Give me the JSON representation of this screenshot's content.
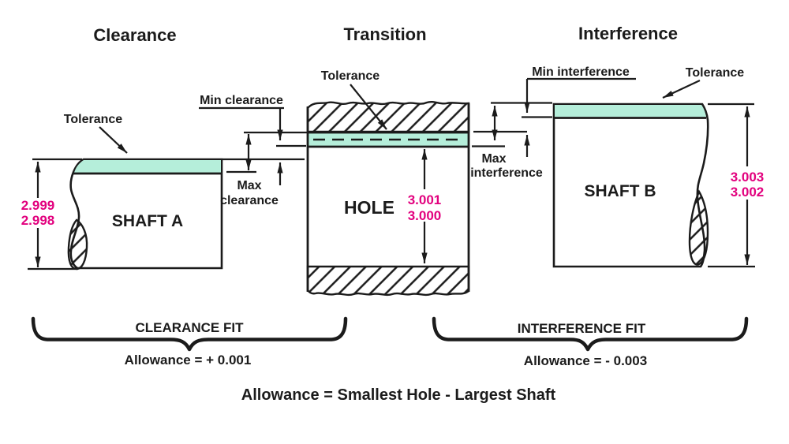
{
  "headings": {
    "clearance": "Clearance",
    "transition": "Transition",
    "interference": "Interference"
  },
  "colors": {
    "tolerance_band": "#b5eeda",
    "dimension_value": "#e2017e",
    "line": "#1b1b1b"
  },
  "clearance_panel": {
    "tolerance_label": "Tolerance",
    "shaft_label": "SHAFT A",
    "dim_upper": "2.999",
    "dim_lower": "2.998",
    "min_clearance_label": "Min clearance",
    "max_clearance_line1": "Max",
    "max_clearance_line2": "clearance"
  },
  "transition_panel": {
    "tolerance_label": "Tolerance",
    "hole_label": "HOLE",
    "dim_upper": "3.001",
    "dim_lower": "3.000"
  },
  "interference_panel": {
    "tolerance_label": "Tolerance",
    "shaft_label": "SHAFT B",
    "dim_upper": "3.003",
    "dim_lower": "3.002",
    "min_interference_label": "Min interference",
    "max_interference_line1": "Max",
    "max_interference_line2": "interference"
  },
  "fit_summary": {
    "clearance_fit_title": "CLEARANCE FIT",
    "clearance_fit_allowance": "Allowance = + 0.001",
    "interference_fit_title": "INTERFERENCE FIT",
    "interference_fit_allowance": "Allowance = - 0.003"
  },
  "formula": "Allowance = Smallest Hole - Largest Shaft"
}
